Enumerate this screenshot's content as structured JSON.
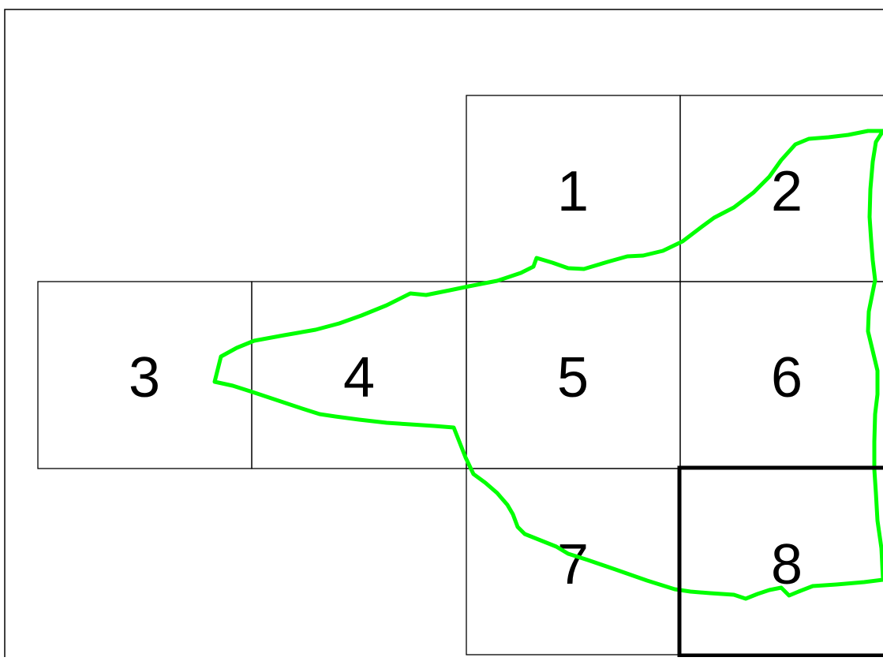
{
  "map": {
    "tiles": [
      {
        "label": "1",
        "selected": false
      },
      {
        "label": "2",
        "selected": false
      },
      {
        "label": "3",
        "selected": false
      },
      {
        "label": "4",
        "selected": false
      },
      {
        "label": "5",
        "selected": false
      },
      {
        "label": "6",
        "selected": false
      },
      {
        "label": "7",
        "selected": false
      },
      {
        "label": "8",
        "selected": true
      }
    ],
    "boundary_color": "#00ff00",
    "tile_border_color": "#000000",
    "background_color": "#ffffff"
  }
}
